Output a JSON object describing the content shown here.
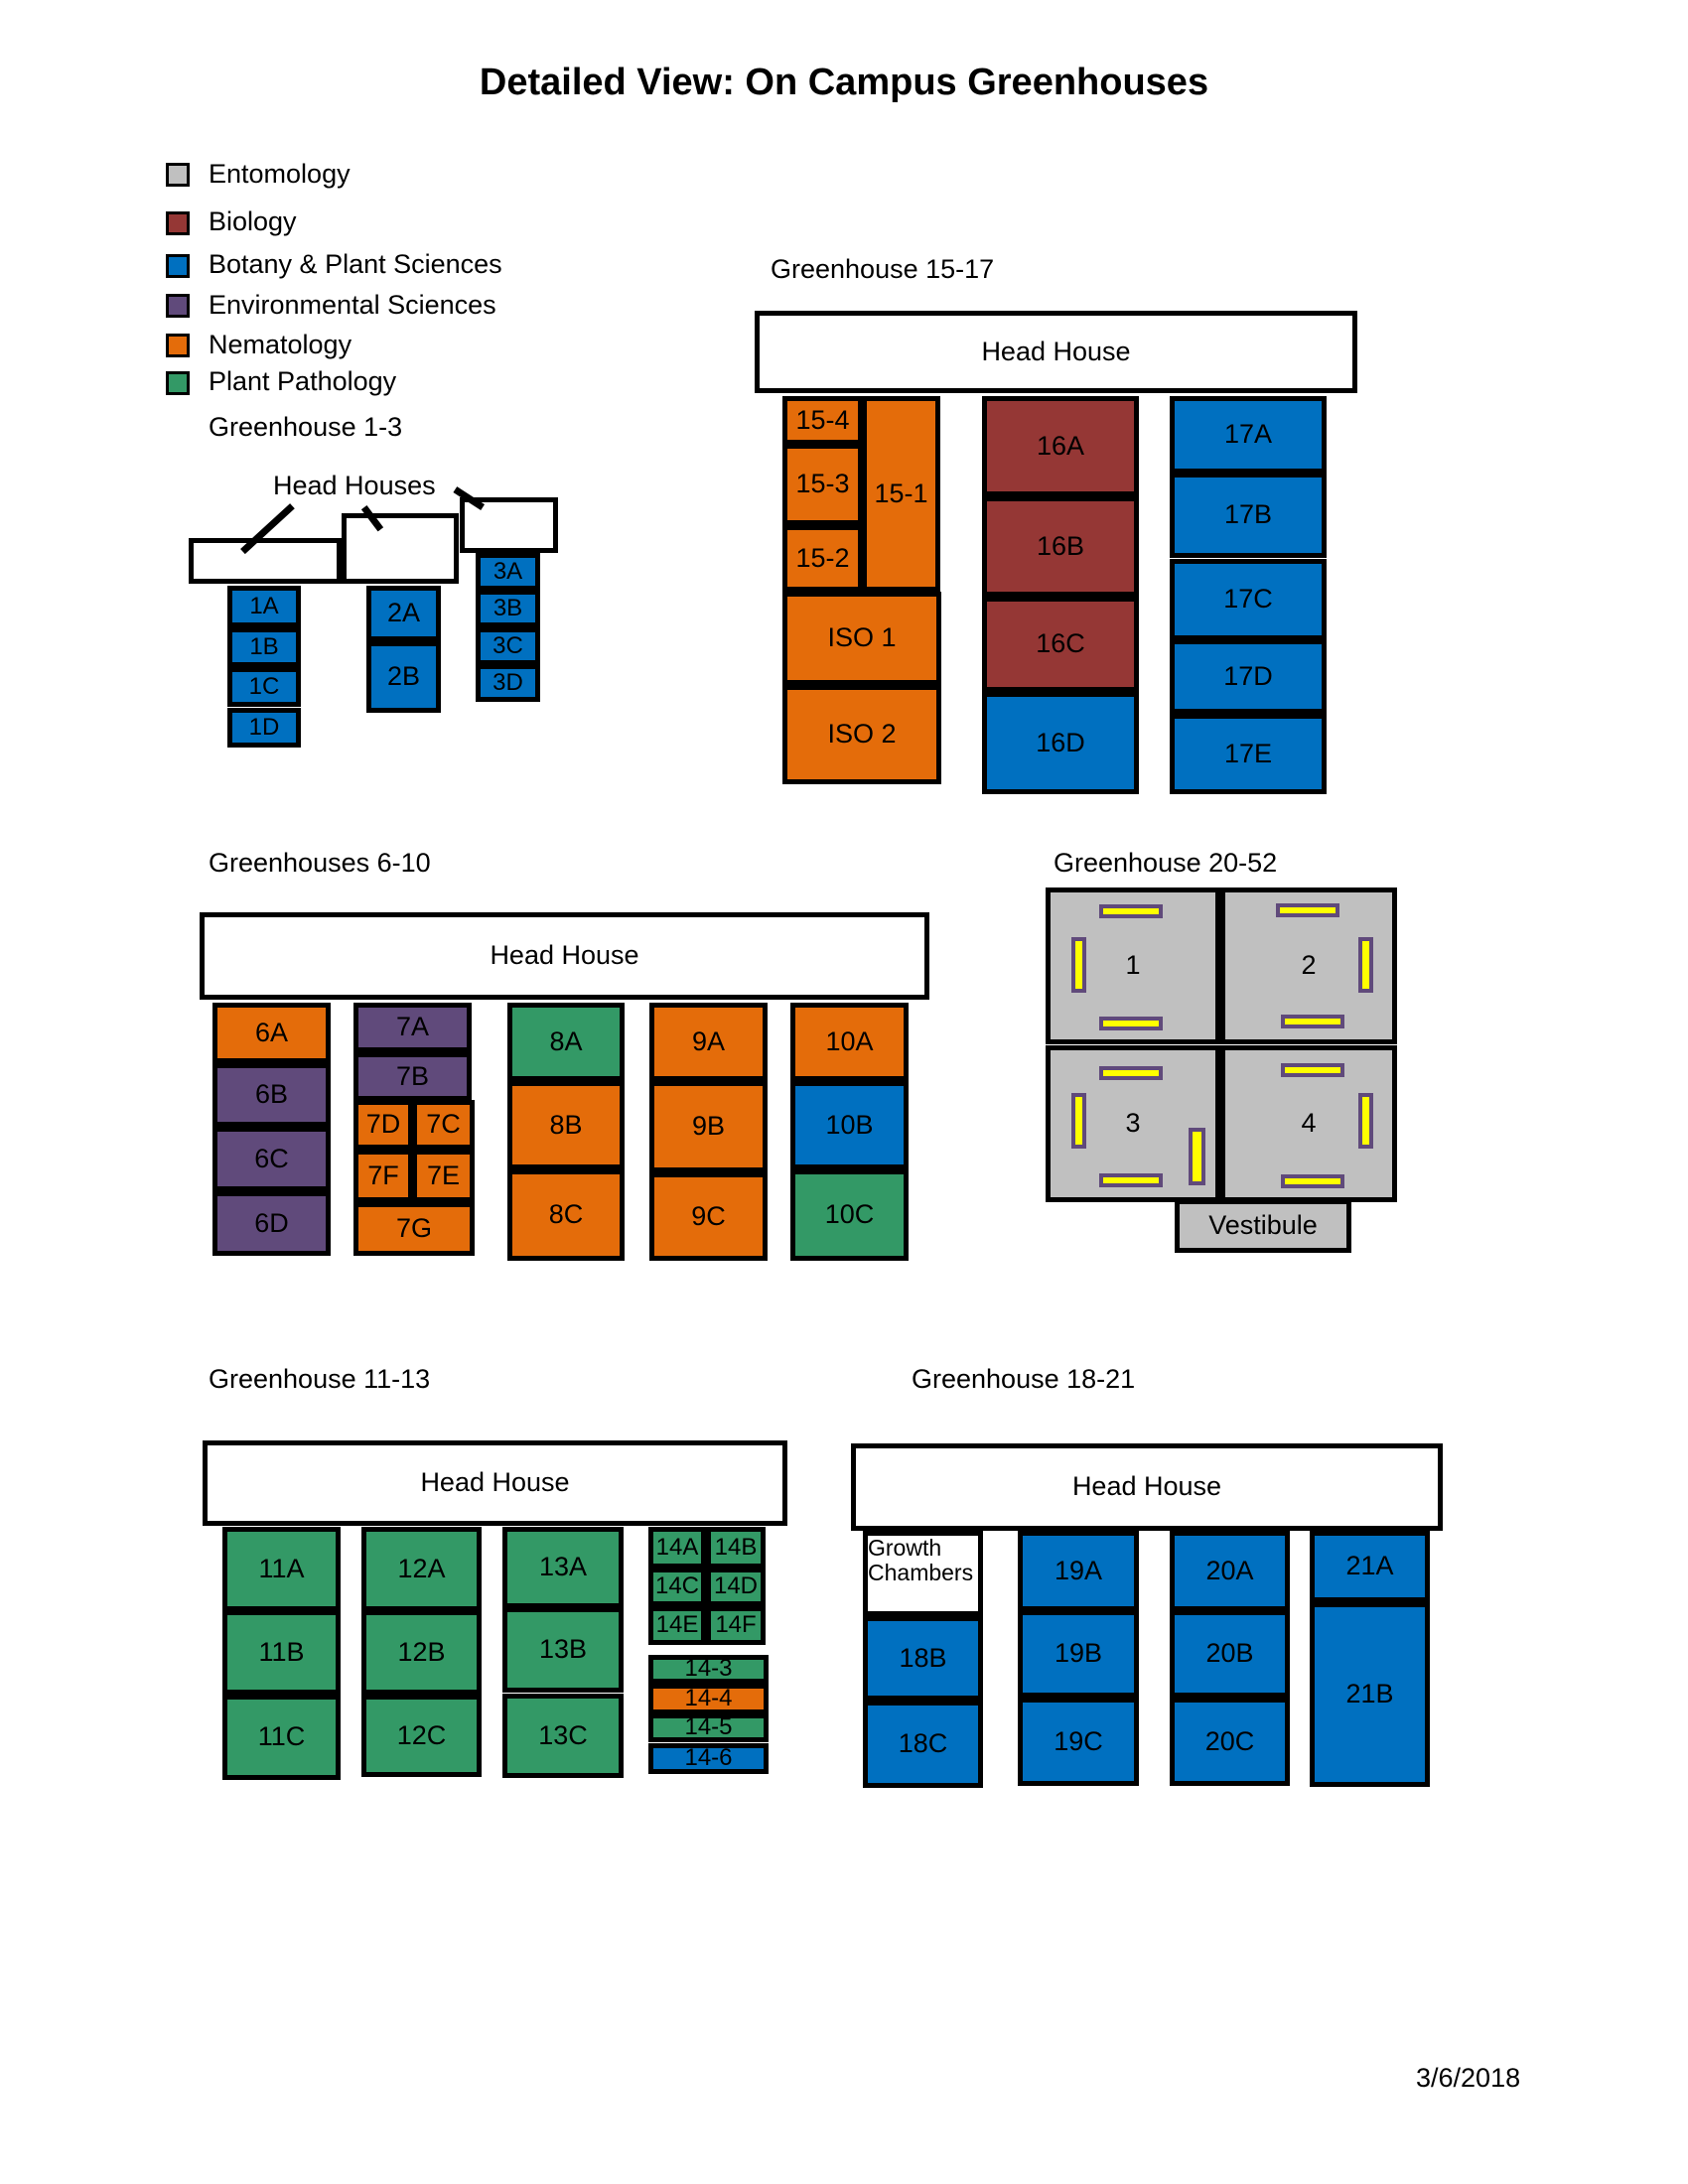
{
  "title": "Detailed View: On Campus Greenhouses",
  "date": "3/6/2018",
  "colors": {
    "entomology": "#c0c0c0",
    "biology": "#953735",
    "botany": "#0070c0",
    "environmental": "#604a7b",
    "nematology": "#e46c0a",
    "plant_pathology": "#339966",
    "none": "#ffffff"
  },
  "legend": [
    {
      "dept": "entomology",
      "label": "Entomology"
    },
    {
      "dept": "biology",
      "label": "Biology"
    },
    {
      "dept": "botany",
      "label": "Botany & Plant Sciences"
    },
    {
      "dept": "environmental",
      "label": "Environmental Sciences"
    },
    {
      "dept": "nematology",
      "label": "Nematology"
    },
    {
      "dept": "plant_pathology",
      "label": "Plant Pathology"
    }
  ],
  "greenhouses": {
    "gh1_3": {
      "title": "Greenhouse 1-3",
      "head_label": "Head Houses",
      "rooms": [
        [
          "1A",
          "botany"
        ],
        [
          "1B",
          "botany"
        ],
        [
          "1C",
          "botany"
        ],
        [
          "1D",
          "botany"
        ],
        [
          "2A",
          "botany"
        ],
        [
          "2B",
          "botany"
        ],
        [
          "3A",
          "botany"
        ],
        [
          "3B",
          "botany"
        ],
        [
          "3C",
          "botany"
        ],
        [
          "3D",
          "botany"
        ]
      ]
    },
    "gh15_17": {
      "title": "Greenhouse 15-17",
      "head_label": "Head House",
      "rooms": [
        [
          "15-4",
          "nematology"
        ],
        [
          "15-3",
          "nematology"
        ],
        [
          "15-2",
          "nematology"
        ],
        [
          "15-1",
          "nematology"
        ],
        [
          "ISO 1",
          "nematology"
        ],
        [
          "ISO 2",
          "nematology"
        ],
        [
          "16A",
          "biology"
        ],
        [
          "16B",
          "biology"
        ],
        [
          "16C",
          "biology"
        ],
        [
          "16D",
          "botany"
        ],
        [
          "17A",
          "botany"
        ],
        [
          "17B",
          "botany"
        ],
        [
          "17C",
          "botany"
        ],
        [
          "17D",
          "botany"
        ],
        [
          "17E",
          "botany"
        ]
      ]
    },
    "gh6_10": {
      "title": "Greenhouses 6-10",
      "head_label": "Head House",
      "rooms": [
        [
          "6A",
          "nematology"
        ],
        [
          "6B",
          "environmental"
        ],
        [
          "6C",
          "environmental"
        ],
        [
          "6D",
          "environmental"
        ],
        [
          "7A",
          "environmental"
        ],
        [
          "7B",
          "environmental"
        ],
        [
          "7D",
          "nematology"
        ],
        [
          "7C",
          "nematology"
        ],
        [
          "7F",
          "nematology"
        ],
        [
          "7E",
          "nematology"
        ],
        [
          "7G",
          "nematology"
        ],
        [
          "8A",
          "plant_pathology"
        ],
        [
          "8B",
          "nematology"
        ],
        [
          "8C",
          "nematology"
        ],
        [
          "9A",
          "nematology"
        ],
        [
          "9B",
          "nematology"
        ],
        [
          "9C",
          "nematology"
        ],
        [
          "10A",
          "nematology"
        ],
        [
          "10B",
          "botany"
        ],
        [
          "10C",
          "plant_pathology"
        ]
      ]
    },
    "gh20_52": {
      "title": "Greenhouse 20-52",
      "rooms": [
        [
          "1",
          "entomology"
        ],
        [
          "2",
          "entomology"
        ],
        [
          "3",
          "entomology"
        ],
        [
          "4",
          "entomology"
        ],
        [
          "Vestibule",
          "entomology"
        ]
      ]
    },
    "gh11_13": {
      "title": "Greenhouse 11-13",
      "head_label": "Head House",
      "rooms": [
        [
          "11A",
          "plant_pathology"
        ],
        [
          "11B",
          "plant_pathology"
        ],
        [
          "11C",
          "plant_pathology"
        ],
        [
          "12A",
          "plant_pathology"
        ],
        [
          "12B",
          "plant_pathology"
        ],
        [
          "12C",
          "plant_pathology"
        ],
        [
          "13A",
          "plant_pathology"
        ],
        [
          "13B",
          "plant_pathology"
        ],
        [
          "13C",
          "plant_pathology"
        ],
        [
          "14A",
          "plant_pathology"
        ],
        [
          "14B",
          "plant_pathology"
        ],
        [
          "14C",
          "plant_pathology"
        ],
        [
          "14D",
          "plant_pathology"
        ],
        [
          "14E",
          "plant_pathology"
        ],
        [
          "14F",
          "plant_pathology"
        ],
        [
          "14-3",
          "plant_pathology"
        ],
        [
          "14-4",
          "nematology"
        ],
        [
          "14-5",
          "plant_pathology"
        ],
        [
          "14-6",
          "botany"
        ]
      ]
    },
    "gh18_21": {
      "title": "Greenhouse 18-21",
      "head_label": "Head House",
      "rooms": [
        [
          "Growth Chambers",
          "none"
        ],
        [
          "18B",
          "botany"
        ],
        [
          "18C",
          "botany"
        ],
        [
          "19A",
          "botany"
        ],
        [
          "19B",
          "botany"
        ],
        [
          "19C",
          "botany"
        ],
        [
          "20A",
          "botany"
        ],
        [
          "20B",
          "botany"
        ],
        [
          "20C",
          "botany"
        ],
        [
          "21A",
          "botany"
        ],
        [
          "21B",
          "botany"
        ]
      ]
    }
  }
}
